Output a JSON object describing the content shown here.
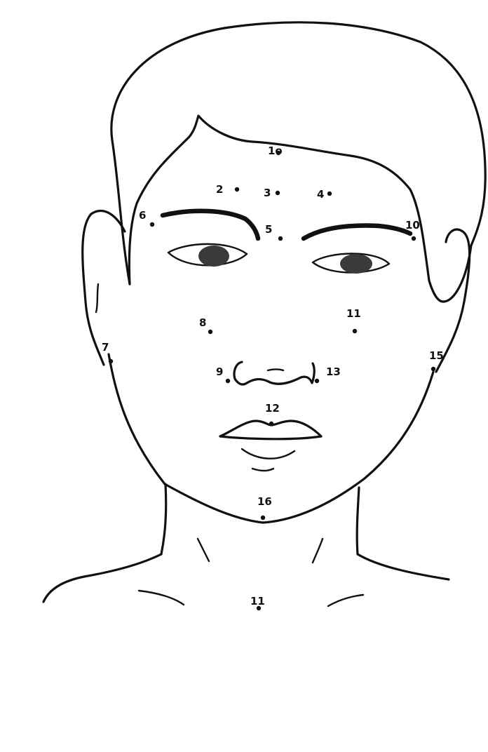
{
  "diagram": {
    "subject": "front-view head and shoulders outline with numbered points",
    "colors": {
      "ink": "#111111",
      "paper": "#ffffff",
      "iris": "#3a3a3a"
    },
    "points": [
      {
        "label": "1o"
      },
      {
        "label": "2"
      },
      {
        "label": "3"
      },
      {
        "label": "4"
      },
      {
        "label": "5"
      },
      {
        "label": "6"
      },
      {
        "label": "10"
      },
      {
        "label": "7"
      },
      {
        "label": "8"
      },
      {
        "label": "11"
      },
      {
        "label": "9"
      },
      {
        "label": "13"
      },
      {
        "label": "12"
      },
      {
        "label": "16"
      },
      {
        "label": "15"
      },
      {
        "label": "11"
      }
    ]
  }
}
